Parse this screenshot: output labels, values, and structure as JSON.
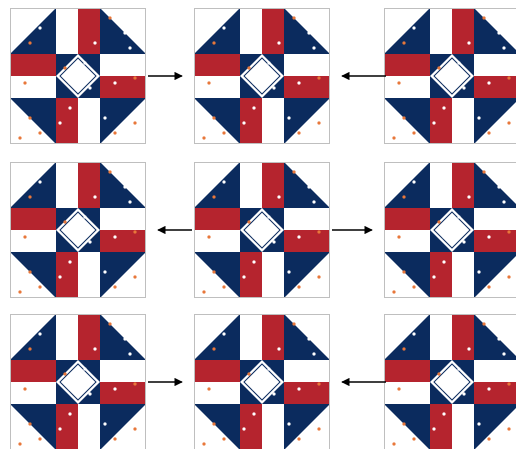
{
  "colors": {
    "navy": "#0b2b5e",
    "red": "#b5242e",
    "white": "#ffffff",
    "background": "#ffffff",
    "border": "#bfbfbf",
    "dot_white": "#ffffff",
    "dot_orange": "#e8773a",
    "arrow": "#000000"
  },
  "blocks": [
    {
      "row": 0,
      "col": 0,
      "variant": "A"
    },
    {
      "row": 0,
      "col": 1,
      "variant": "A"
    },
    {
      "row": 0,
      "col": 2,
      "variant": "A"
    },
    {
      "row": 1,
      "col": 0,
      "variant": "B"
    },
    {
      "row": 1,
      "col": 1,
      "variant": "A"
    },
    {
      "row": 1,
      "col": 2,
      "variant": "A"
    },
    {
      "row": 2,
      "col": 0,
      "variant": "A"
    },
    {
      "row": 2,
      "col": 1,
      "variant": "A"
    },
    {
      "row": 2,
      "col": 2,
      "variant": "A"
    }
  ],
  "arrows": [
    {
      "row": 0,
      "from_col": 0,
      "to_col": 1,
      "direction": "right"
    },
    {
      "row": 0,
      "from_col": 2,
      "to_col": 1,
      "direction": "left"
    },
    {
      "row": 1,
      "from_col": 1,
      "to_col": 0,
      "direction": "left"
    },
    {
      "row": 1,
      "from_col": 1,
      "to_col": 2,
      "direction": "right"
    },
    {
      "row": 2,
      "from_col": 0,
      "to_col": 1,
      "direction": "right"
    },
    {
      "row": 2,
      "from_col": 2,
      "to_col": 1,
      "direction": "left"
    }
  ]
}
